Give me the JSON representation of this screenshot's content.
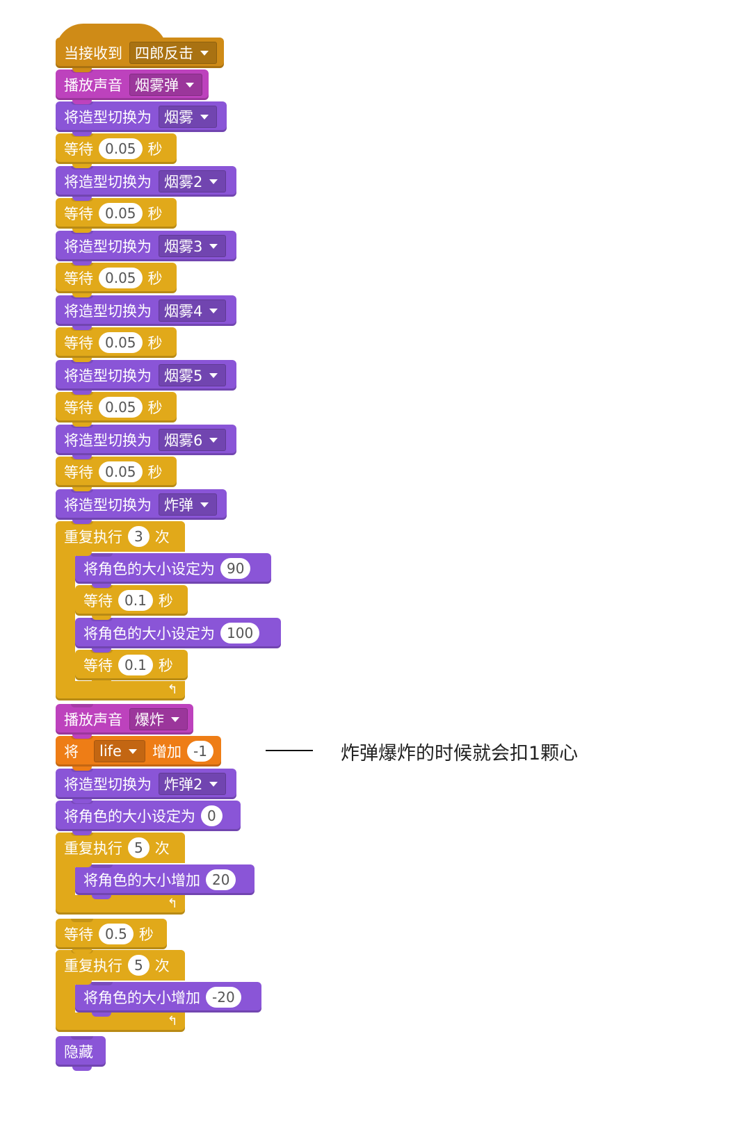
{
  "hat": {
    "label": "当接收到",
    "message": "四郎反击"
  },
  "sound1": {
    "label": "播放声音",
    "sound": "烟雾弹"
  },
  "switch_label": "将造型切换为",
  "wait_label": "等待",
  "sec_label": "秒",
  "repeat_label": "重复执行",
  "times_label": "次",
  "set_size_label": "将角色的大小设定为",
  "change_size_label": "将角色的大小增加",
  "play_sound_label": "播放声音",
  "costumes": [
    "烟雾",
    "烟雾2",
    "烟雾3",
    "烟雾4",
    "烟雾5",
    "烟雾6",
    "炸弹",
    "炸弹2"
  ],
  "waits": [
    "0.05",
    "0.05",
    "0.05",
    "0.05",
    "0.05",
    "0.05"
  ],
  "loop1": {
    "times": "3",
    "size1": "90",
    "wait1": "0.1",
    "size2": "100",
    "wait2": "0.1"
  },
  "sound2": {
    "sound": "爆炸"
  },
  "change_var": {
    "prefix": "将",
    "variable": "life",
    "verb": "增加",
    "value": "-1"
  },
  "set_size_zero": "0",
  "loop2": {
    "times": "5",
    "change": "20"
  },
  "wait_final": "0.5",
  "loop3": {
    "times": "5",
    "change": "-20"
  },
  "hide_label": "隐藏",
  "annotation": "炸弹爆炸的时候就会扣1颗心"
}
